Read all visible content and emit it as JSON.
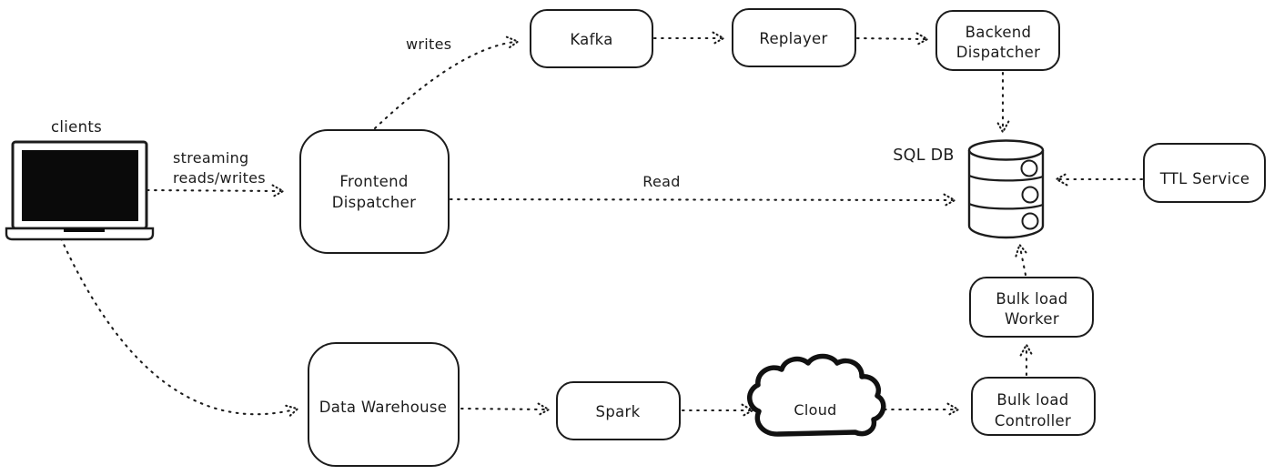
{
  "colors": {
    "background": "#ffffff",
    "ink": "#1c1c1c",
    "laptop_screen": "#0a0a0a"
  },
  "nodes": {
    "clients": {
      "label": "clients",
      "type": "laptop-icon"
    },
    "frontend_dispatcher": {
      "lines": [
        "Frontend",
        "Dispatcher"
      ]
    },
    "kafka": {
      "label": "Kafka"
    },
    "replayer": {
      "label": "Replayer"
    },
    "backend_dispatcher": {
      "lines": [
        "Backend",
        "Dispatcher"
      ]
    },
    "sql_db": {
      "label": "SQL DB",
      "type": "database-cylinder-icon"
    },
    "ttl_service": {
      "label": "TTL Service"
    },
    "bulk_load_worker": {
      "lines": [
        "Bulk load",
        "Worker"
      ]
    },
    "bulk_load_controller": {
      "lines": [
        "Bulk load",
        "Controller"
      ]
    },
    "data_warehouse": {
      "label": "Data Warehouse"
    },
    "spark": {
      "label": "Spark"
    },
    "cloud": {
      "label": "Cloud",
      "type": "cloud-icon"
    }
  },
  "edge_labels": {
    "streaming_line1": "streaming",
    "streaming_line2": "reads/writes",
    "writes": "writes",
    "read": "Read"
  },
  "edges": [
    {
      "from": "clients",
      "to": "frontend_dispatcher",
      "label": "streaming reads/writes",
      "style": "dotted-arrow"
    },
    {
      "from": "frontend_dispatcher",
      "to": "kafka",
      "label": "writes",
      "style": "dotted-arrow"
    },
    {
      "from": "kafka",
      "to": "replayer",
      "label": "",
      "style": "dotted-arrow"
    },
    {
      "from": "replayer",
      "to": "backend_dispatcher",
      "label": "",
      "style": "dotted-arrow"
    },
    {
      "from": "backend_dispatcher",
      "to": "sql_db",
      "label": "",
      "style": "dotted-arrow"
    },
    {
      "from": "frontend_dispatcher",
      "to": "sql_db",
      "label": "Read",
      "style": "dotted-arrow"
    },
    {
      "from": "ttl_service",
      "to": "sql_db",
      "label": "",
      "style": "dotted-arrow"
    },
    {
      "from": "bulk_load_worker",
      "to": "sql_db",
      "label": "",
      "style": "dotted-arrow"
    },
    {
      "from": "bulk_load_controller",
      "to": "bulk_load_worker",
      "label": "",
      "style": "dotted-arrow"
    },
    {
      "from": "cloud",
      "to": "bulk_load_controller",
      "label": "",
      "style": "dotted-arrow"
    },
    {
      "from": "spark",
      "to": "cloud",
      "label": "",
      "style": "dotted-arrow"
    },
    {
      "from": "data_warehouse",
      "to": "spark",
      "label": "",
      "style": "dotted-arrow"
    },
    {
      "from": "clients",
      "to": "data_warehouse",
      "label": "",
      "style": "dotted-arrow"
    }
  ]
}
